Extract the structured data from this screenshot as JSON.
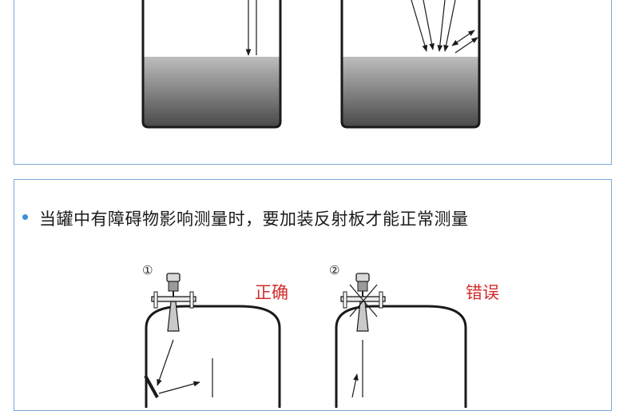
{
  "section_heading": "当罐中有障碍物影响测量时，要加装反射板才能正常测量",
  "examples": [
    {
      "number": "①",
      "verdict": "正确"
    },
    {
      "number": "②",
      "verdict": "错误"
    }
  ],
  "colors": {
    "panel_border": "#7aa7d8",
    "bullet": "#3a8fd9",
    "verdict": "#d42b2b",
    "tank_outline": "#1a1a1a"
  }
}
